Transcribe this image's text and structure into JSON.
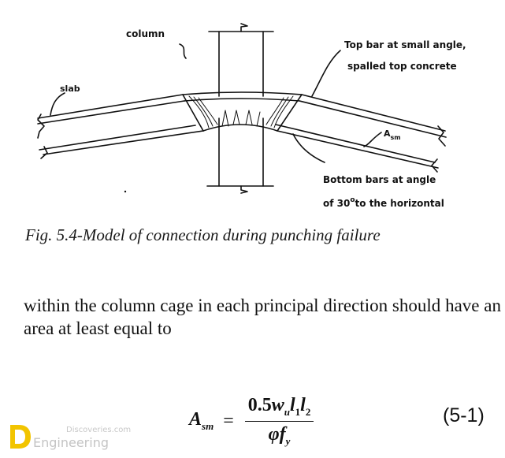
{
  "figure": {
    "labels": {
      "column": "column",
      "slab": "slab",
      "top_bar_line1": "Top bar at small angle,",
      "top_bar_line2": "spalled top concrete",
      "asm_A": "A",
      "asm_sub": "sm",
      "bottom_bars_line1": "Bottom bars at angle",
      "bottom_bars_line2_a": "of 30",
      "bottom_bars_line2_deg": "o",
      "bottom_bars_line2_b": "to the horizontal"
    }
  },
  "caption": "Fig. 5.4-Model of connection during punching failure",
  "body_text": "within the column cage in each principal direction should have an area at least equal to",
  "equation": {
    "lhs": "A",
    "lhs_sub": "sm",
    "equals": "=",
    "num_coef": "0.5",
    "num_w": "w",
    "num_w_sub": "u",
    "num_l1": "l",
    "num_l1_sub": "1",
    "num_l2": "l",
    "num_l2_sub": "2",
    "den_phi": "φ",
    "den_f": "f",
    "den_f_sub": "y",
    "number": "(5-1)"
  },
  "watermark": {
    "line1": "Discoveries.com",
    "line2": "Engineering",
    "colors": {
      "logo": "#f2c400",
      "text": "#c4c4c4"
    }
  }
}
